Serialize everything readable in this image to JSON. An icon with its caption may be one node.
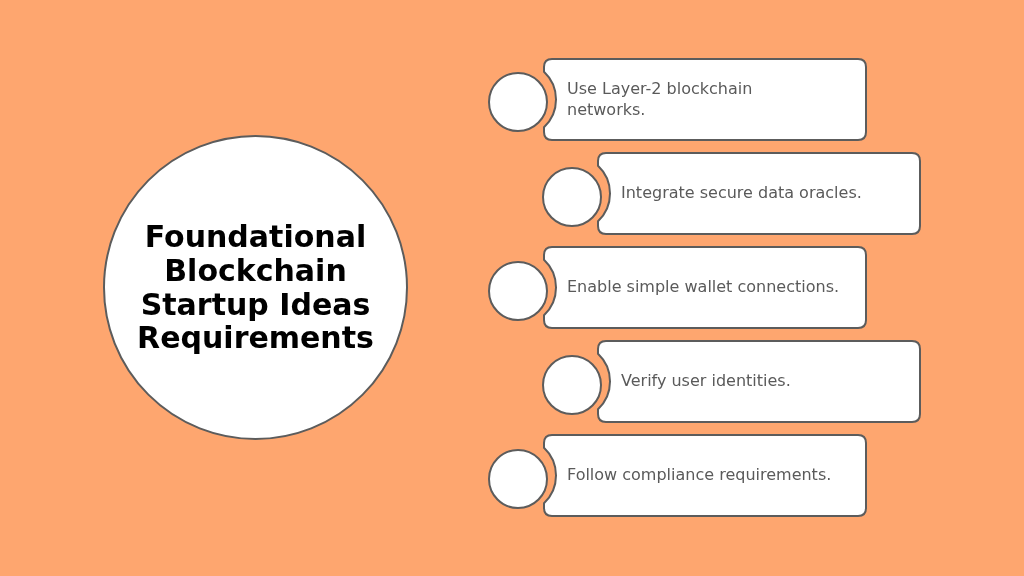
{
  "diagram": {
    "nodes": [
      {
        "text": [
          "Foundational Blockchain Startup Ideas Requirements"
        ]
      },
      {
        "text": [],
        "shape": "circle"
      },
      {
        "text": [
          "Use Layer-2 blockchain networks."
        ]
      },
      {
        "text": [],
        "shape": "circle"
      },
      {
        "text": [
          "Integrate secure data oracles."
        ]
      },
      {
        "text": [],
        "shape": "circle"
      },
      {
        "text": [
          "Enable simple wallet connections."
        ]
      },
      {
        "text": [],
        "shape": "circle"
      },
      {
        "text": [
          "Verify user identities."
        ]
      },
      {
        "text": [],
        "shape": "circle"
      },
      {
        "text": [
          "Follow compliance requirements."
        ]
      }
    ]
  }
}
